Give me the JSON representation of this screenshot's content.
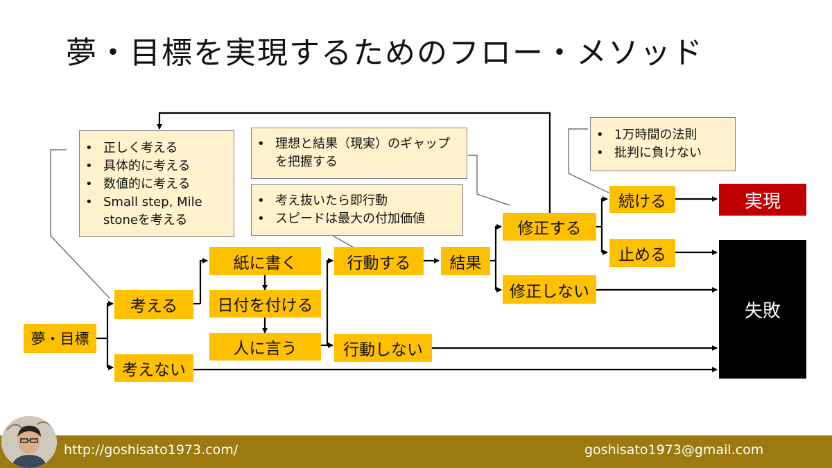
{
  "title": "夢・目標を実現するためのフロー・メソッド",
  "nodes": {
    "dream": "夢・目標",
    "think": "考える",
    "not_think": "考えない",
    "write": "紙に書く",
    "date": "日付を付ける",
    "tell": "人に言う",
    "act": "行動する",
    "not_act": "行動しない",
    "result": "結果",
    "fix": "修正する",
    "not_fix": "修正しない",
    "continue": "続ける",
    "stop": "止める",
    "success": "実現",
    "failure": "失敗"
  },
  "notes": {
    "think_tips": [
      "正しく考える",
      "具体的に考える",
      "数値的に考える",
      "Small step, Mile stoneを考える"
    ],
    "gap": [
      "理想と結果（現実）のギャップを把握する"
    ],
    "action": [
      "考え抜いたら即行動",
      "スピードは最大の付加価値"
    ],
    "persistence": [
      "1万時間の法則",
      "批判に負けない"
    ]
  },
  "footer": {
    "url": "http://goshisato1973.com/",
    "email": "goshisato1973@gmail.com"
  },
  "colors": {
    "box": "#FFC000",
    "note": "#FFF2CC",
    "success": "#C00000",
    "failure": "#000000",
    "footer": "#9C7A10"
  }
}
